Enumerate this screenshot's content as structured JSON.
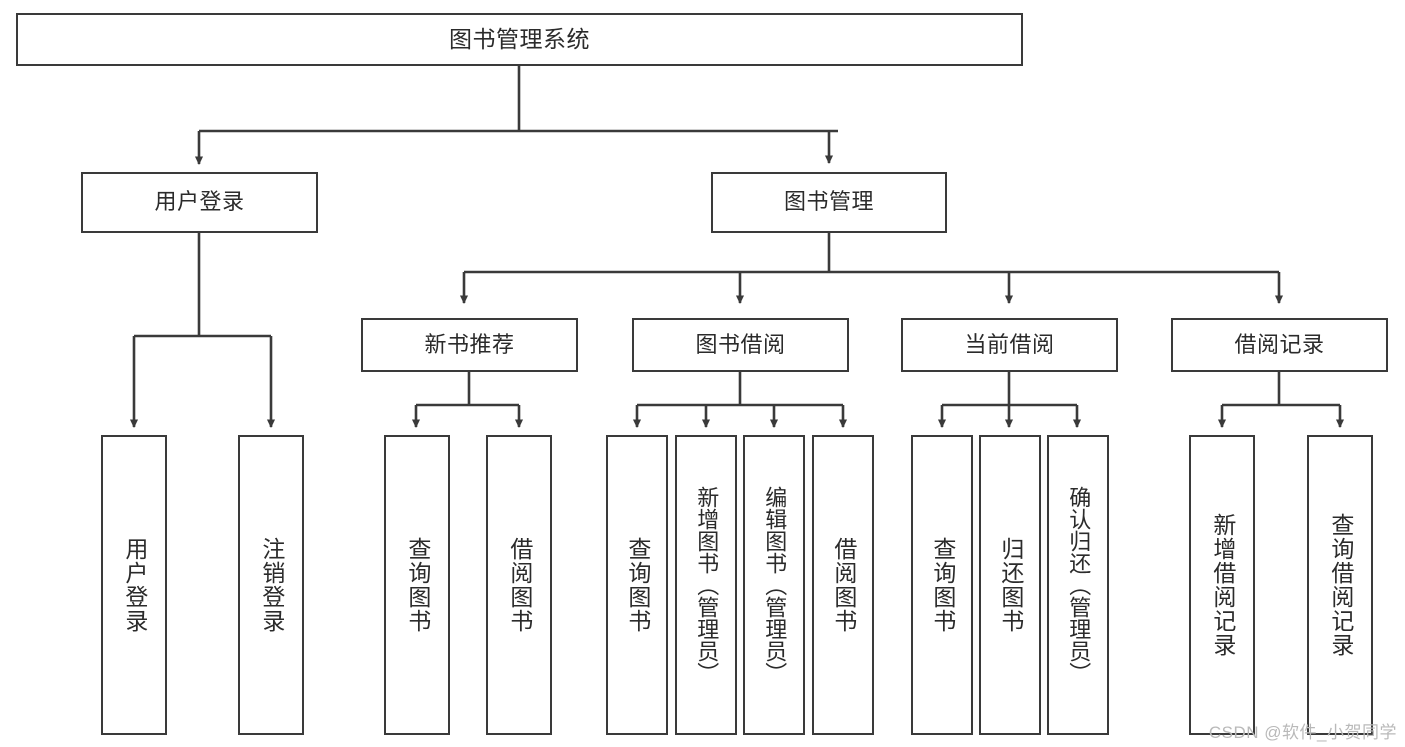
{
  "diagram": {
    "title": "图书管理系统",
    "root": {
      "label": "图书管理系统"
    },
    "level1": [
      {
        "label": "用户登录"
      },
      {
        "label": "图书管理"
      }
    ],
    "level2": [
      {
        "label": "新书推荐"
      },
      {
        "label": "图书借阅"
      },
      {
        "label": "当前借阅"
      },
      {
        "label": "借阅记录"
      }
    ],
    "leaves": {
      "user_login": [
        {
          "label": "用户登录"
        },
        {
          "label": "注销登录"
        }
      ],
      "new_book_recommend": [
        {
          "label": "查询图书"
        },
        {
          "label": "借阅图书"
        }
      ],
      "book_borrow": [
        {
          "label": "查询图书"
        },
        {
          "label": "新增图书（管理员）"
        },
        {
          "label": "编辑图书（管理员）"
        },
        {
          "label": "借阅图书"
        }
      ],
      "current_borrow": [
        {
          "label": "查询图书"
        },
        {
          "label": "归还图书"
        },
        {
          "label": "确认归还（管理员）"
        }
      ],
      "borrow_record": [
        {
          "label": "新增借阅记录"
        },
        {
          "label": "查询借阅记录"
        }
      ]
    }
  },
  "watermark": {
    "text": "CSDN @软件_小贺同学"
  },
  "colors": {
    "border": "#3a3a3a",
    "text": "#2b2b2b",
    "background": "#ffffff",
    "watermark": "#b9b9b9"
  }
}
